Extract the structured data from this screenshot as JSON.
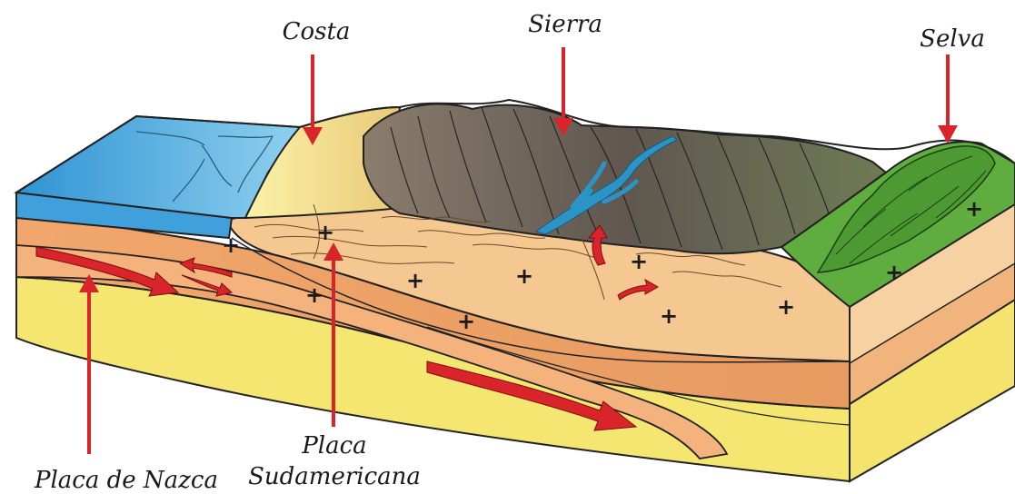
{
  "labels": {
    "costa": "Costa",
    "sierra": "Sierra",
    "selva": "Selva",
    "placa_nazca": "Placa de Nazca",
    "placa_sudamericana_line1": "Placa",
    "placa_sudamericana_line2": "Sudamericana"
  },
  "colors": {
    "ocean": "#4aa8dc",
    "coast_sand": "#f3e47a",
    "mountains": "#6b625a",
    "river": "#1f8fbf",
    "jungle": "#5ca83c",
    "crust": "#f3c48c",
    "mantle": "#eba36a",
    "lower_layer": "#f2e46a",
    "arrow_red": "#d8242a"
  },
  "symbols": {
    "plus": "+"
  }
}
